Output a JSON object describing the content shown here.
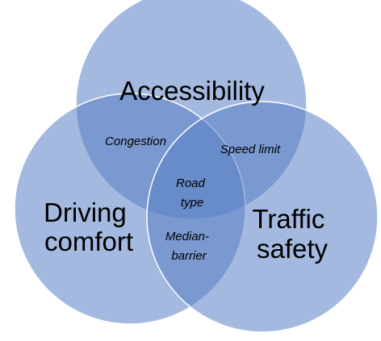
{
  "diagram": {
    "type": "venn",
    "circle_color": "#5a7fc4",
    "sets": [
      {
        "id": "accessibility",
        "label_lines": [
          "Accessibility"
        ]
      },
      {
        "id": "driving-comfort",
        "label_lines": [
          "Driving",
          "comfort"
        ]
      },
      {
        "id": "traffic-safety",
        "label_lines": [
          "Traffic",
          "safety"
        ]
      }
    ],
    "overlaps": {
      "accessibility_driving_comfort": [
        "Congestion"
      ],
      "accessibility_traffic_safety": [
        "Speed limit"
      ],
      "driving_comfort_traffic_safety": [
        "Median-",
        "barrier"
      ],
      "all_three": [
        "Road",
        "type"
      ]
    }
  }
}
